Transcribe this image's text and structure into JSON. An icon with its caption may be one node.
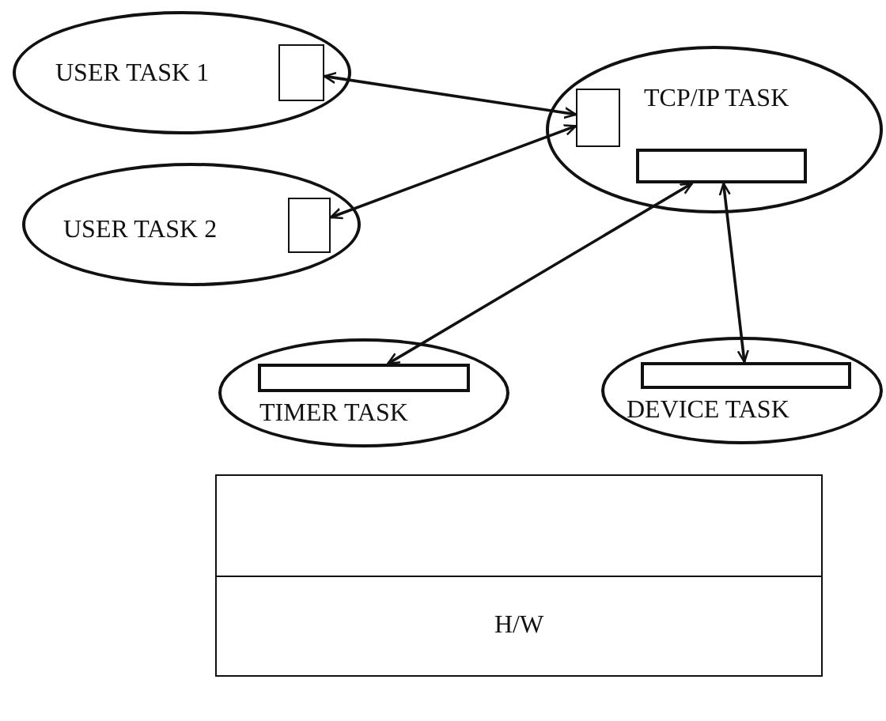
{
  "diagram": {
    "nodes": [
      {
        "text": [
          "USER TASK 1"
        ]
      },
      {
        "text": [],
        "shape": "box",
        "in": 0
      },
      {
        "text": [
          "TCP/IP TASK"
        ]
      },
      {
        "text": [],
        "shape": "box",
        "in": 2
      },
      {
        "text": [],
        "shape": "bar",
        "in": 2
      },
      {
        "text": [
          "USER TASK 2"
        ]
      },
      {
        "text": [],
        "shape": "box",
        "in": 5
      },
      {
        "text": [
          "TIMER TASK"
        ]
      },
      {
        "text": [],
        "shape": "bar",
        "in": 7
      },
      {
        "text": [
          "DEVICE TASK"
        ]
      },
      {
        "text": [],
        "shape": "bar",
        "in": 9
      },
      {
        "text": [],
        "shape": "box"
      },
      {
        "text": [
          "H/W"
        ]
      }
    ],
    "edges": [
      {
        "from": 1,
        "to": 3,
        "arrow": "both"
      },
      {
        "from": 6,
        "to": 3,
        "arrow": "both"
      },
      {
        "from": 4,
        "to": 8,
        "arrow": "both"
      },
      {
        "from": 4,
        "to": 10,
        "arrow": "both"
      }
    ]
  }
}
